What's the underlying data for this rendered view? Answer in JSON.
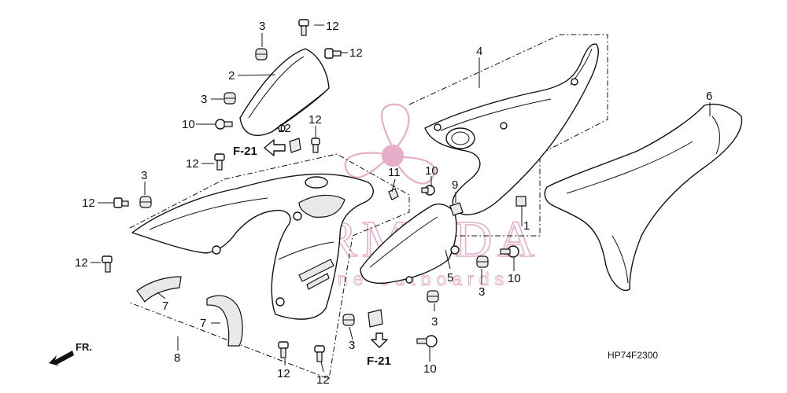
{
  "diagram": {
    "diagram_code": "HP74F2300",
    "direction_label": "FR.",
    "reference_labels": [
      "F-21",
      "F-21"
    ],
    "watermark": {
      "brand": "ARMADA",
      "tagline": "marine outboards",
      "colors": {
        "logo": "#e7aeca"
      }
    },
    "callouts": [
      "1",
      "2",
      "3",
      "3",
      "3",
      "3",
      "3",
      "3",
      "4",
      "5",
      "6",
      "7",
      "7",
      "8",
      "9",
      "10",
      "10",
      "10",
      "10",
      "11",
      "12",
      "12",
      "12",
      "12",
      "12",
      "12",
      "12",
      "12",
      "12"
    ]
  }
}
